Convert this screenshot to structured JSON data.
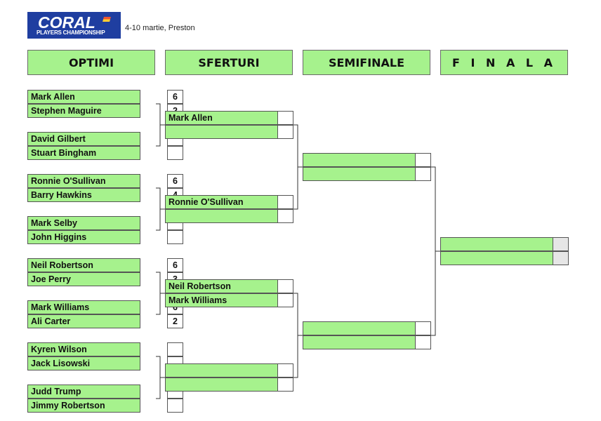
{
  "logo": {
    "brand": "CORAL",
    "subtitle": "PLAYERS CHAMPIONSHIP"
  },
  "event_info": "4-10 martie, Preston",
  "headers": [
    "OPTIMI",
    "SFERTURI",
    "SEMIFINALE",
    "F I N A L A"
  ],
  "optimi": [
    {
      "p1": "Mark Allen",
      "s1": "6",
      "p2": "Stephen Maguire",
      "s2": "2"
    },
    {
      "p1": "David Gilbert",
      "s1": "",
      "p2": "Stuart Bingham",
      "s2": ""
    },
    {
      "p1": "Ronnie O'Sullivan",
      "s1": "6",
      "p2": "Barry Hawkins",
      "s2": "4"
    },
    {
      "p1": "Mark Selby",
      "s1": "",
      "p2": "John Higgins",
      "s2": ""
    },
    {
      "p1": "Neil Robertson",
      "s1": "6",
      "p2": "Joe Perry",
      "s2": "3"
    },
    {
      "p1": "Mark Williams",
      "s1": "6",
      "p2": "Ali Carter",
      "s2": "2"
    },
    {
      "p1": "Kyren Wilson",
      "s1": "",
      "p2": "Jack Lisowski",
      "s2": ""
    },
    {
      "p1": "Judd Trump",
      "s1": "",
      "p2": "Jimmy Robertson",
      "s2": ""
    }
  ],
  "sferturi": [
    {
      "p1": "Mark Allen",
      "s1": "",
      "p2": "",
      "s2": ""
    },
    {
      "p1": "Ronnie O'Sullivan",
      "s1": "",
      "p2": "",
      "s2": ""
    },
    {
      "p1": "Neil Robertson",
      "s1": "",
      "p2": "Mark Williams",
      "s2": ""
    },
    {
      "p1": "",
      "s1": "",
      "p2": "",
      "s2": ""
    }
  ],
  "semifinale": [
    {
      "p1": "",
      "s1": "",
      "p2": "",
      "s2": ""
    },
    {
      "p1": "",
      "s1": "",
      "p2": "",
      "s2": ""
    }
  ],
  "finala": [
    {
      "p1": "",
      "s1": "",
      "p2": "",
      "s2": ""
    }
  ]
}
